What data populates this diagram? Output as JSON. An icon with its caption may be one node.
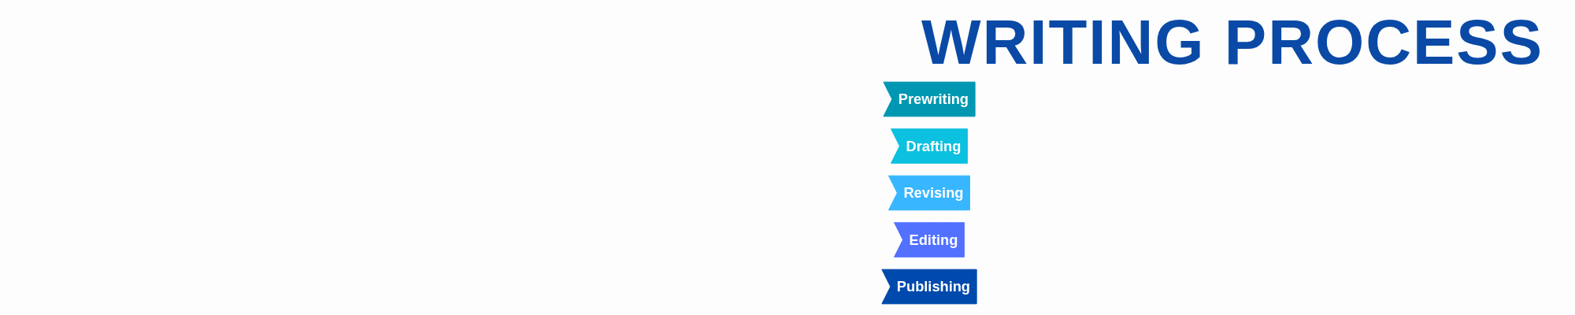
{
  "diagram": {
    "title": "WRITING PROCESS",
    "nodes": [
      {
        "text": [
          "Prewriting"
        ]
      },
      {
        "text": [
          "Drafting"
        ]
      },
      {
        "text": [
          "Revising"
        ]
      },
      {
        "text": [
          "Editing"
        ]
      },
      {
        "text": [
          "Publishing"
        ]
      }
    ]
  }
}
